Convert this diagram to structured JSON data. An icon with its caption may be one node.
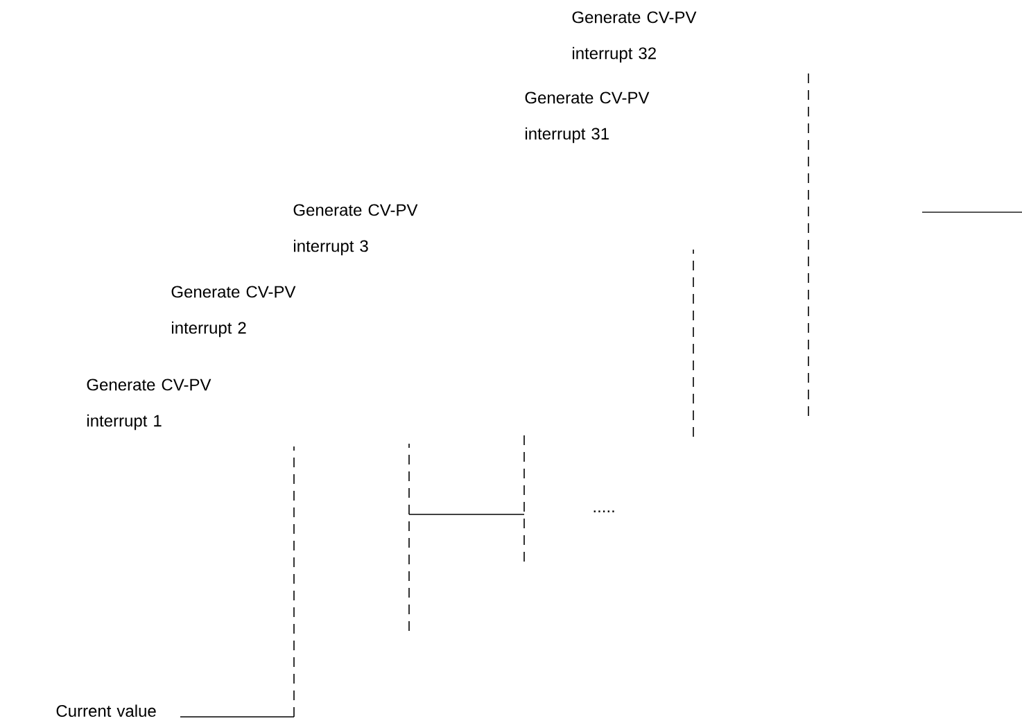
{
  "diagram": {
    "labels": [
      "Generate CV-PV interrupt 32",
      "Generate CV-PV interrupt 31",
      "Generate CV-PV interrupt 3",
      "Generate CV-PV interrupt 2",
      "Generate CV-PV interrupt 1",
      ".....",
      "Current value"
    ]
  }
}
